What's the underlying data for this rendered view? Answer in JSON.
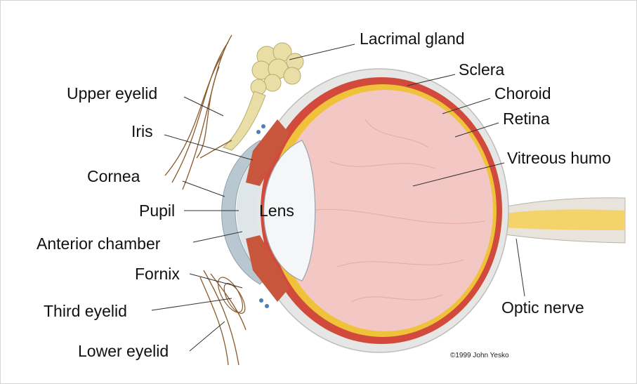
{
  "labels": {
    "lacrimal_gland": "Lacrimal gland",
    "sclera": "Sclera",
    "choroid": "Choroid",
    "retina": "Retina",
    "vitreous_humor": "Vitreous humo",
    "upper_eyelid": "Upper eyelid",
    "iris": "Iris",
    "cornea": "Cornea",
    "pupil": "Pupil",
    "lens": "Lens",
    "anterior_chamber": "Anterior chamber",
    "fornix": "Fornix",
    "third_eyelid": "Third eyelid",
    "lower_eyelid": "Lower eyelid",
    "optic_nerve": "Optic nerve"
  },
  "copyright": "©1999 John Yesko",
  "colors": {
    "sclera_outer": "#e6e6e4",
    "choroid": "#d24a3c",
    "retina": "#f0c23a",
    "vitreous": "#f3c7c3",
    "lens": "#f4f6f8",
    "cornea": "#b9c7d0",
    "iris": "#c8563c",
    "gland": "#e9dfa6",
    "eyelid_hair": "#8a5a2b"
  }
}
